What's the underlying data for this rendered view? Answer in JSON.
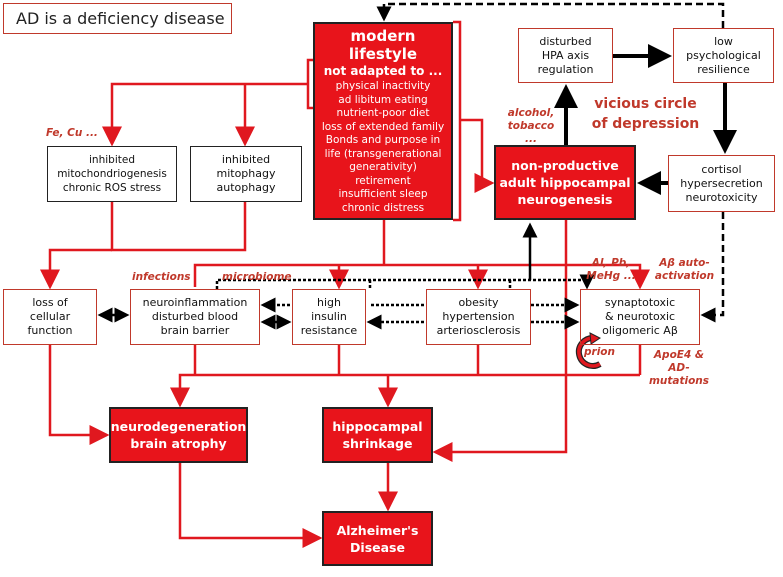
{
  "title": "AD is a deficiency disease",
  "colors": {
    "accent_red": "#e8141b",
    "line_red": "#e0181f",
    "line_black": "#000000",
    "label_red": "#c0392b"
  },
  "nodes": {
    "lifestyle": {
      "heading": "modern lifestyle",
      "sub": "not adapted to ...",
      "items": [
        "physical inactivity",
        "ad libitum eating",
        "nutrient-poor diet",
        "loss of extended family",
        "Bonds and purpose in",
        "life (transgenerational",
        "generativity)",
        "retirement",
        "insufficient sleep",
        "chronic distress"
      ]
    },
    "mito": [
      "inhibited",
      "mitochondriogenesis",
      "chronic ROS stress"
    ],
    "mitophagy": [
      "inhibited",
      "mitophagy",
      "autophagy"
    ],
    "hpa": [
      "disturbed",
      "HPA axis",
      "regulation"
    ],
    "resilience": [
      "low",
      "psychological",
      "resilience"
    ],
    "cortisol": [
      "cortisol",
      "hypersecretion",
      "neurotoxicity"
    ],
    "neurogenesis": [
      "non-productive",
      "adult hippocampal",
      "neurogenesis"
    ],
    "cellular": [
      "loss of",
      "cellular",
      "function"
    ],
    "inflammation": [
      "neuroinflammation",
      "disturbed blood",
      "brain barrier"
    ],
    "insulin": [
      "high",
      "insulin",
      "resistance"
    ],
    "obesity": [
      "obesity",
      "hypertension",
      "arteriosclerosis"
    ],
    "synapto": [
      "synaptotoxic",
      "& neurotoxic",
      "oligomeric Aβ"
    ],
    "neurodegeneration": [
      "neurodegeneration",
      "brain atrophy"
    ],
    "shrinkage": [
      "hippocampal",
      "shrinkage"
    ],
    "alzheimers": [
      "Alzheimer's",
      "Disease"
    ]
  },
  "labels": {
    "vicious": [
      "vicious circle",
      "of depression"
    ],
    "alcohol": [
      "alcohol,",
      "tobacco ..."
    ],
    "fecu": "Fe, Cu ...",
    "infections": "infections",
    "microbiome": "microbiome",
    "metals": [
      "Al, Pb,",
      "MeHg ..."
    ],
    "autoactivation": [
      "Aβ auto-",
      "activation"
    ],
    "apoe": [
      "ApoE4 & AD-",
      "mutations"
    ],
    "prion": "prion"
  }
}
